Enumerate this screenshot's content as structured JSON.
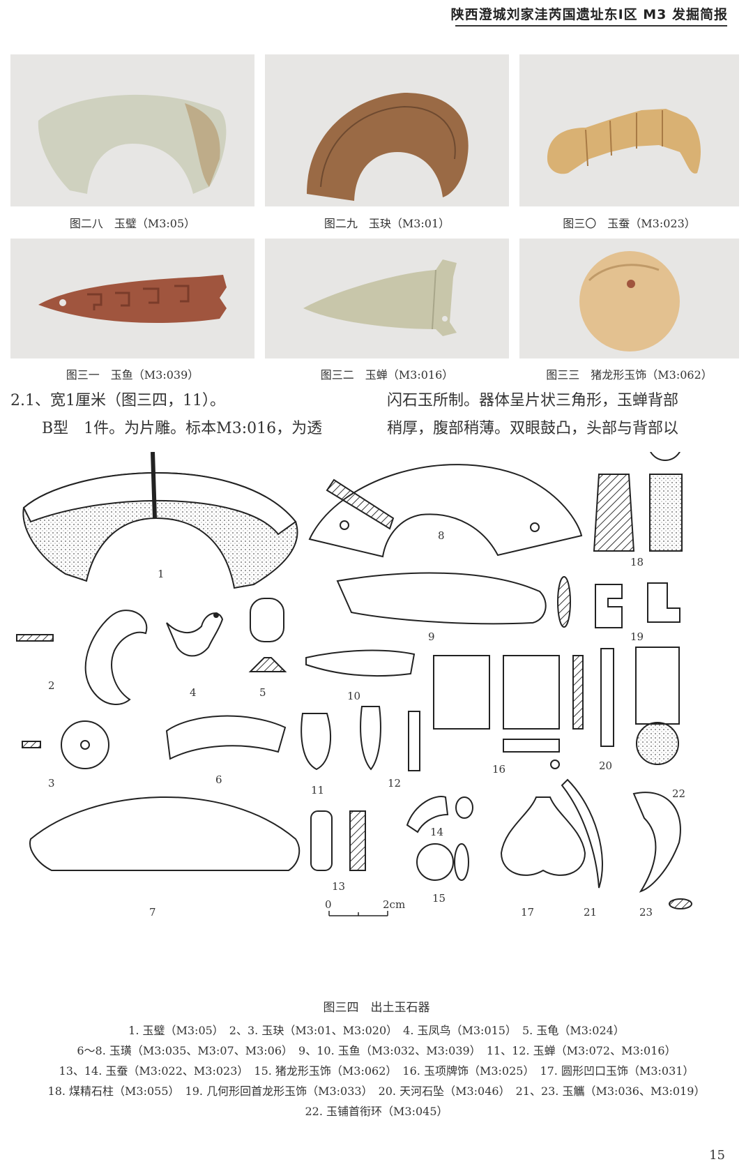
{
  "header": {
    "title": "陕西澄城刘家洼芮国遗址东Ⅰ区 M3 发掘简报"
  },
  "photos": [
    {
      "caption": "图二八　玉璧（M3:05）"
    },
    {
      "caption": "图二九　玉玦（M3:01）"
    },
    {
      "caption": "图三〇　玉蚕（M3:023）"
    },
    {
      "caption": "图三一　玉鱼（M3:039）"
    },
    {
      "caption": "图三二　玉蝉（M3:016）"
    },
    {
      "caption": "图三三　猪龙形玉饰（M3:062）"
    }
  ],
  "text": {
    "left_line1": "2.1、宽1厘米（图三四，11）。",
    "left_line2": "B型　1件。为片雕。标本M3:016，为透",
    "right_line1": "闪石玉所制。器体呈片状三角形，玉蝉背部",
    "right_line2": "稍厚，腹部稍薄。双眼鼓凸，头部与背部以"
  },
  "figure": {
    "labels": [
      "1",
      "2",
      "3",
      "4",
      "5",
      "6",
      "7",
      "8",
      "9",
      "10",
      "11",
      "12",
      "13",
      "14",
      "15",
      "16",
      "17",
      "18",
      "19",
      "20",
      "21",
      "22",
      "23"
    ],
    "scale_zero": "0",
    "scale_end": "2cm",
    "title": "图三四　出土玉石器",
    "legend": [
      "1. 玉璧（M3:05）　2、3. 玉玦（M3:01、M3:020）　4. 玉凤鸟（M3:015）　5. 玉龟（M3:024）",
      "6～8. 玉璜（M3:035、M3:07、M3:06）　9、10. 玉鱼（M3:032、M3:039）　11、12. 玉蝉（M3:072、M3:016）",
      "13、14. 玉蚕（M3:022、M3:023）　15. 猪龙形玉饰（M3:062）　16. 玉项牌饰（M3:025）　17. 圆形凹口玉饰（M3:031）",
      "18. 煤精石柱（M3:055）　19. 几何形回首龙形玉饰（M3:033）　20. 天河石坠（M3:046）　21、23. 玉觿（M3:036、M3:019）",
      "22. 玉铺首衔环（M3:045）"
    ]
  },
  "page": {
    "number": "15"
  },
  "colors": {
    "photo_bg": "#e7e6e4",
    "jade_light": "#cfd1bf",
    "jade_brown": "#9a6a45",
    "jade_yellow": "#d9b173",
    "jade_red": "#a0553e"
  }
}
